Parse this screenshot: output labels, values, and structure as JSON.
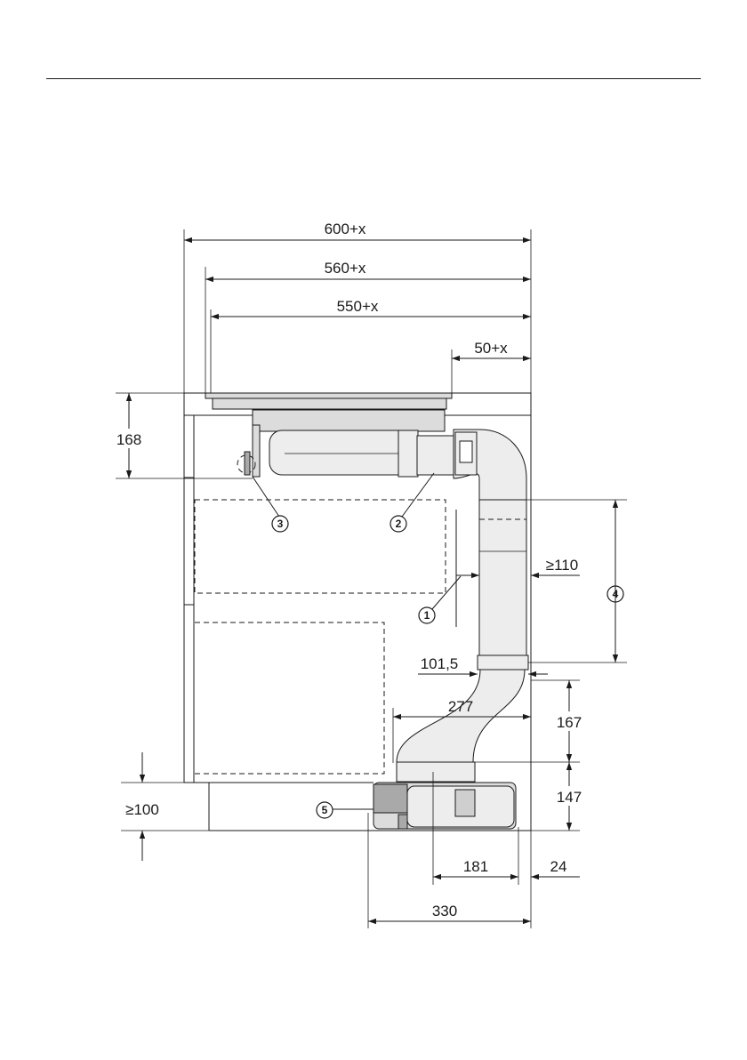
{
  "dimensions": {
    "d600x": "600+x",
    "d560x": "560+x",
    "d550x": "550+x",
    "d50x": "50+x",
    "d168": "168",
    "d110": "≥110",
    "d1015": "101,5",
    "d277": "277",
    "d167": "167",
    "d147": "147",
    "d100": "≥100",
    "d181": "181",
    "d24": "24",
    "d330": "330"
  },
  "callouts": {
    "c1": "1",
    "c2": "2",
    "c3": "3",
    "c4": "4",
    "c5": "5"
  }
}
